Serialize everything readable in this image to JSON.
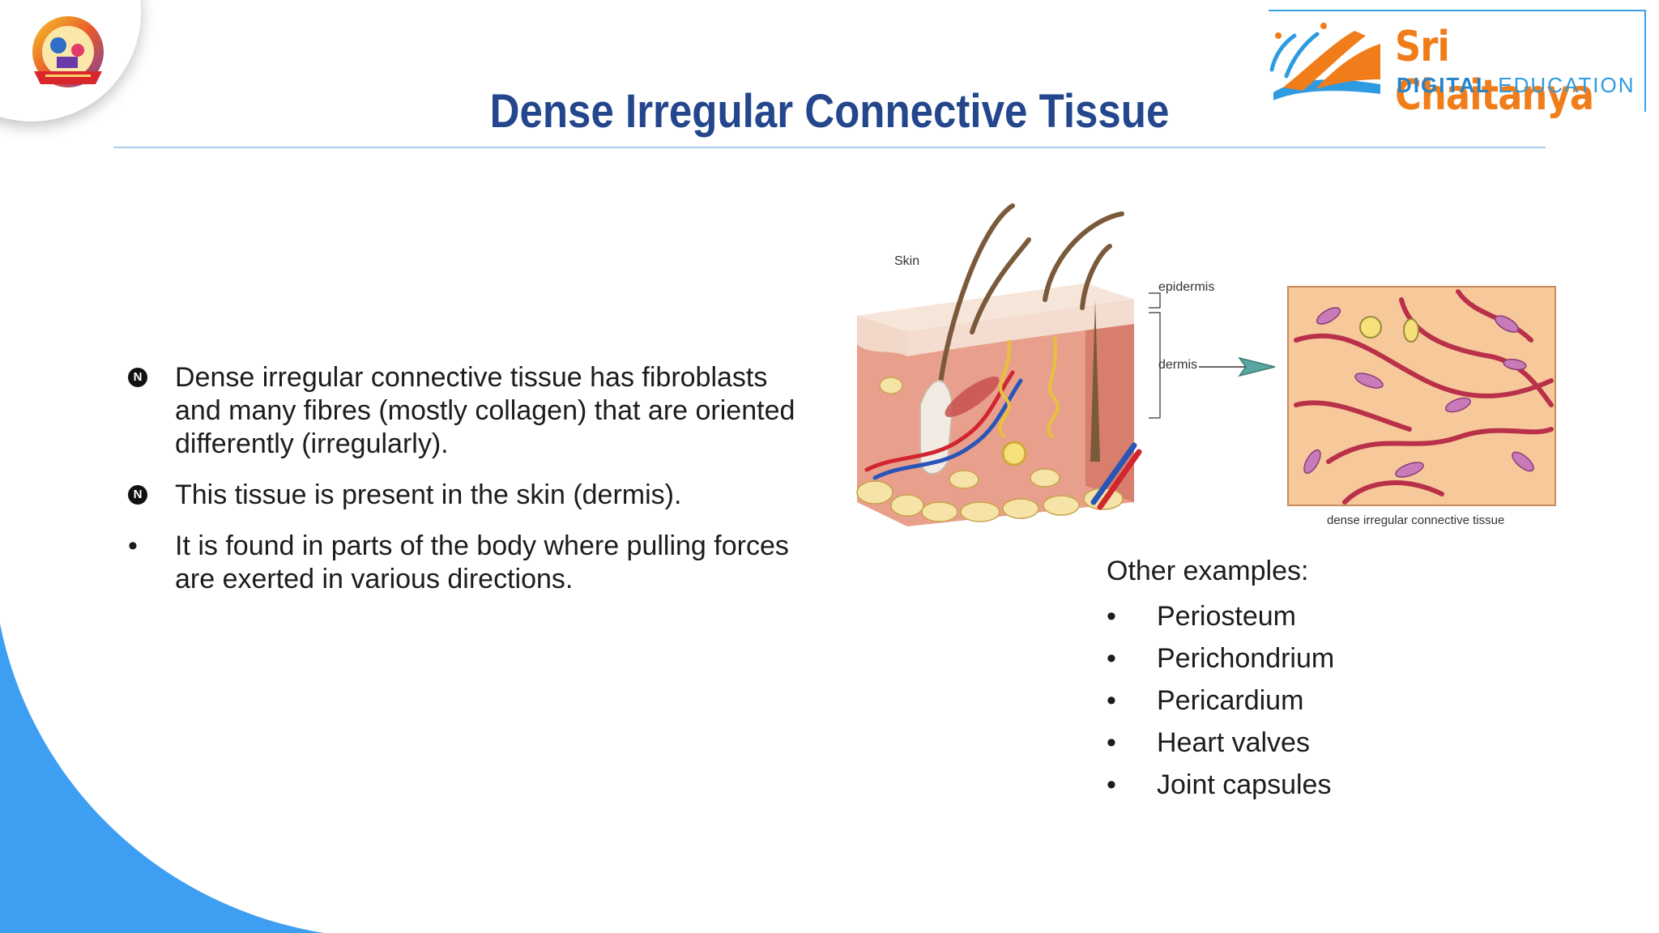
{
  "slide": {
    "title": "Dense Irregular Connective Tissue",
    "colors": {
      "title": "#23468c",
      "accent_blue": "#2e9be0",
      "accent_orange": "#f07d1a",
      "corner_shape": "#3d9ef2"
    }
  },
  "brand": {
    "name": "Sri Chaitanya",
    "sub_bold": "DIGITAL",
    "sub_rest": "EDUCATION"
  },
  "bullets": [
    {
      "marker": "N",
      "text": "Dense irregular connective tissue has fibroblasts and many fibres (mostly collagen) that are oriented differently (irregularly)."
    },
    {
      "marker": "N",
      "text": "This tissue is present in the skin (dermis)."
    },
    {
      "marker": "•",
      "text": "It is found in parts of the body where pulling forces are exerted in various directions."
    }
  ],
  "diagram": {
    "label_skin": "Skin",
    "label_epidermis": "epidermis",
    "label_dermis": "dermis",
    "caption": "dense irregular connective tissue"
  },
  "examples": {
    "title": "Other examples:",
    "items": [
      "Periosteum",
      "Perichondrium",
      "Pericardium",
      "Heart valves",
      "Joint capsules"
    ]
  }
}
